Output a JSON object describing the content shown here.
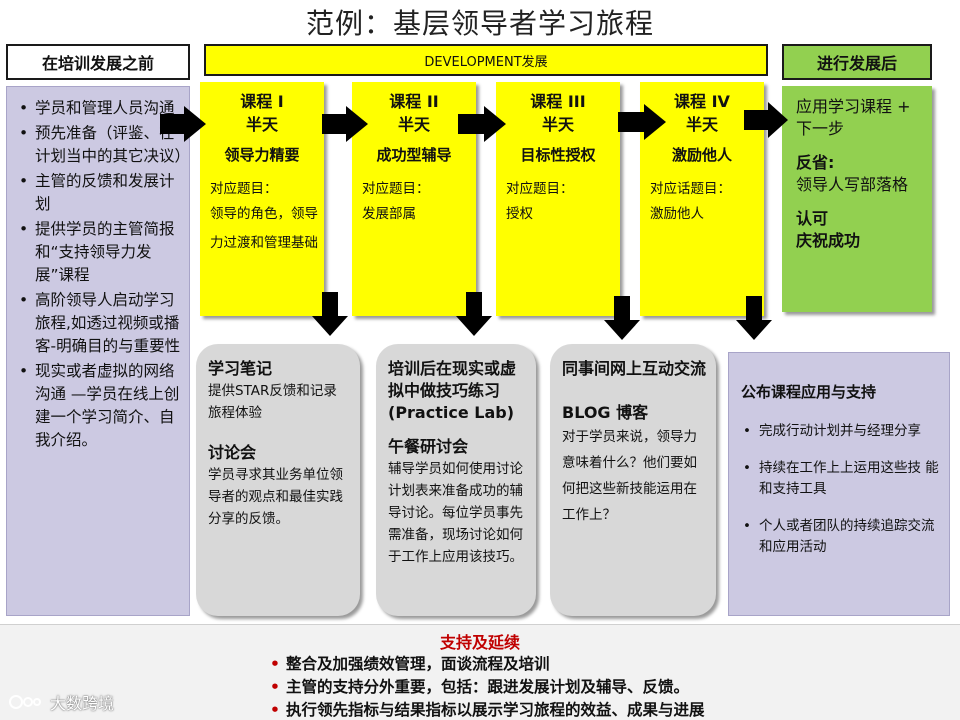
{
  "title": "范例：基层领导者学习旅程",
  "headers": {
    "before": "在培训发展之前",
    "development": "DEVELOPMENT发展",
    "after": "进行发展后"
  },
  "before_items": [
    "学员和管理人员沟通",
    "预先准备（评鉴、在计划当中的其它决议）",
    "主管的反馈和发展计划",
    "提供学员的主管简报和“支持领导力发展”课程",
    "高阶领导人启动学习旅程,如透过视频或播客-明确目的与重要性",
    "现实或者虚拟的网络沟通 —学员在线上创建一个学习简介、自我介绍。"
  ],
  "courses": [
    {
      "num": "课程 I",
      "half": "半天",
      "name": "领导力精要",
      "label": "对应题目：",
      "topic": "领导的角色，领导力过渡和管理基础"
    },
    {
      "num": "课程 II",
      "half": "半天",
      "name": "成功型辅导",
      "label": "对应题目：",
      "topic": "发展部属"
    },
    {
      "num": "课程 III",
      "half": "半天",
      "name": "目标性授权",
      "label": "对应题目：",
      "topic": "授权"
    },
    {
      "num": "课程 IV",
      "half": "半天",
      "name": "激励他人",
      "label": "对应话题目：",
      "topic": "激励他人"
    }
  ],
  "after": {
    "line1": "应用学习课程 + 下一步",
    "reflect_head": "反省:",
    "reflect_text": "领导人写部落格",
    "recog_head": "认可",
    "recog_text": "庆祝成功"
  },
  "grey_boxes": [
    {
      "head1": "学习笔记",
      "text1": "提供STAR反馈和记录旅程体验",
      "head2": "讨论会",
      "text2": "学员寻求其业务单位领导者的观点和最佳实践分享的反馈。"
    },
    {
      "head1": "培训后在现实或虚拟中做技巧练习 (Practice Lab)",
      "text1": "",
      "head2": "午餐研讨会",
      "text2": "辅导学员如何使用讨论计划表来准备成功的辅导讨论。每位学员事先需准备，现场讨论如何于工作上应用该技巧。"
    },
    {
      "head1": "同事间网上互动交流",
      "text1": "",
      "head2": "BLOG 博客",
      "text2": "对于学员来说，领导力意味着什么？他们要如何把这些新技能运用在工作上？"
    }
  ],
  "right_panel": {
    "head": "公布课程应用与支持",
    "items": [
      "完成行动计划并与经理分享",
      "持续在工作上上运用这些技 能和支持工具",
      "个人或者团队的持续追踪交流和应用活动"
    ]
  },
  "bottom": {
    "head": "支持及延续",
    "items": [
      "整合及加强绩效管理，面谈流程及培训",
      "主管的支持分外重要，包括：跟进发展计划及辅导、反馈。",
      "执行领先指标与结果指标以展示学习旅程的效益、成果与进展"
    ]
  },
  "watermark": "大数跨境",
  "colors": {
    "course": "#ffff00",
    "after": "#92d050",
    "panel": "#ccc9e2",
    "grey": "#d8d8d8",
    "accent": "#c00000"
  }
}
